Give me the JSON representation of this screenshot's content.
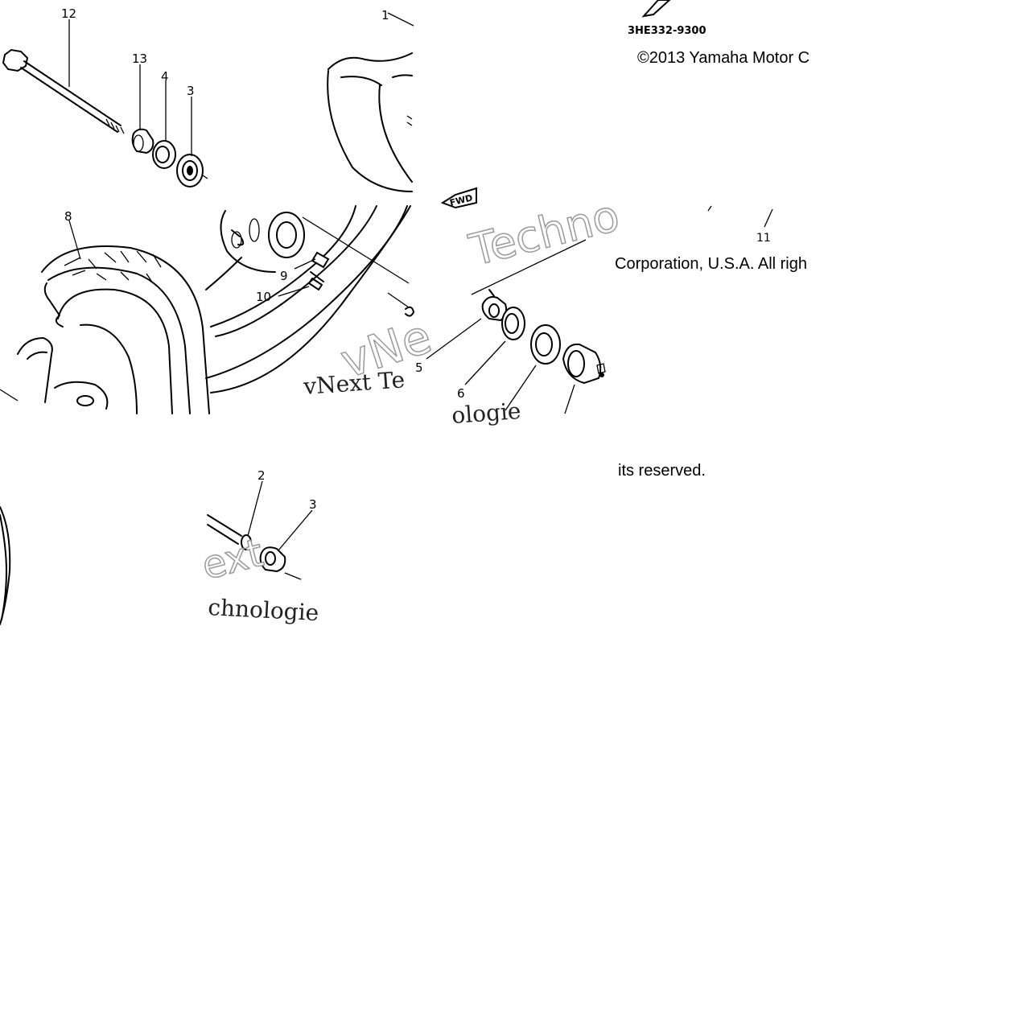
{
  "diagram": {
    "part_code": "3HE332-9300",
    "copyright_line1": "©2013 Yamaha Motor C",
    "copyright_line2": "Corporation, U.S.A. All righ",
    "copyright_line3": "its reserved.",
    "fwd_label": "FWD",
    "watermarks": [
      "Techno",
      "vNext Te",
      "vNe",
      "ologie",
      "ext",
      "chnologie"
    ],
    "callouts": [
      {
        "num": "12"
      },
      {
        "num": "1"
      },
      {
        "num": "13"
      },
      {
        "num": "4"
      },
      {
        "num": "3"
      },
      {
        "num": "8"
      },
      {
        "num": "9"
      },
      {
        "num": "10"
      },
      {
        "num": "11"
      },
      {
        "num": "5"
      },
      {
        "num": "6"
      },
      {
        "num": "2"
      },
      {
        "num": "3"
      }
    ]
  },
  "colors": {
    "ink": "#000000",
    "background": "#ffffff",
    "watermark_outline": "#9a9a9a"
  }
}
